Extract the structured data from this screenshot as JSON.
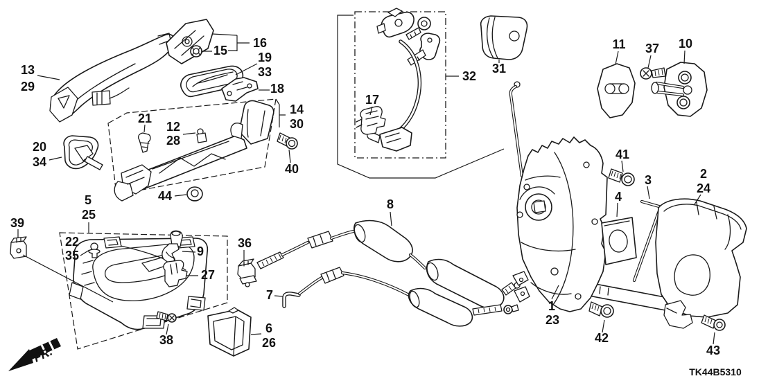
{
  "diagram": {
    "code": "TK44B5310",
    "direction_indicator": "FR.",
    "colors": {
      "ink": "#1a1a1a",
      "background": "#ffffff"
    },
    "callouts": {
      "outer_handle": [
        "13",
        "29"
      ],
      "handle_cap_group": [
        "16"
      ],
      "handle_cap_nut": [
        "15"
      ],
      "seal": [
        "19",
        "33"
      ],
      "bracket": [
        "18"
      ],
      "handle_base": [
        "14",
        "30"
      ],
      "clip_snap": [
        "21"
      ],
      "clip_cable": [
        "12",
        "28"
      ],
      "bolt_handle": [
        "40"
      ],
      "nut_flange": [
        "44"
      ],
      "escutcheon": [
        "20",
        "34"
      ],
      "inner_handle": [
        "5",
        "25"
      ],
      "clip_square": [
        "39"
      ],
      "clip_push": [
        "22",
        "35"
      ],
      "knob_lock": [
        "9"
      ],
      "clip_rod": [
        "27"
      ],
      "screw_inner": [
        "38"
      ],
      "grommet_cable": [
        "36"
      ],
      "cable_lock": [
        "7"
      ],
      "cover_hole": [
        "6",
        "26"
      ],
      "cable_handle": [
        "8"
      ],
      "cylinder_assembly": [
        "32"
      ],
      "switch_cylinder": [
        "17"
      ],
      "cover_cylinder": [
        "31"
      ],
      "striker_cover": [
        "11"
      ],
      "screw_striker": [
        "37"
      ],
      "striker": [
        "10"
      ],
      "bolt_latch_upper": [
        "41"
      ],
      "rod_lock": [
        "3"
      ],
      "gasket": [
        "4"
      ],
      "latch_cover": [
        "2",
        "24"
      ],
      "latch": [
        "1",
        "23"
      ],
      "bolt_latch_lower": [
        "42"
      ],
      "screw_cover": [
        "43"
      ]
    }
  }
}
